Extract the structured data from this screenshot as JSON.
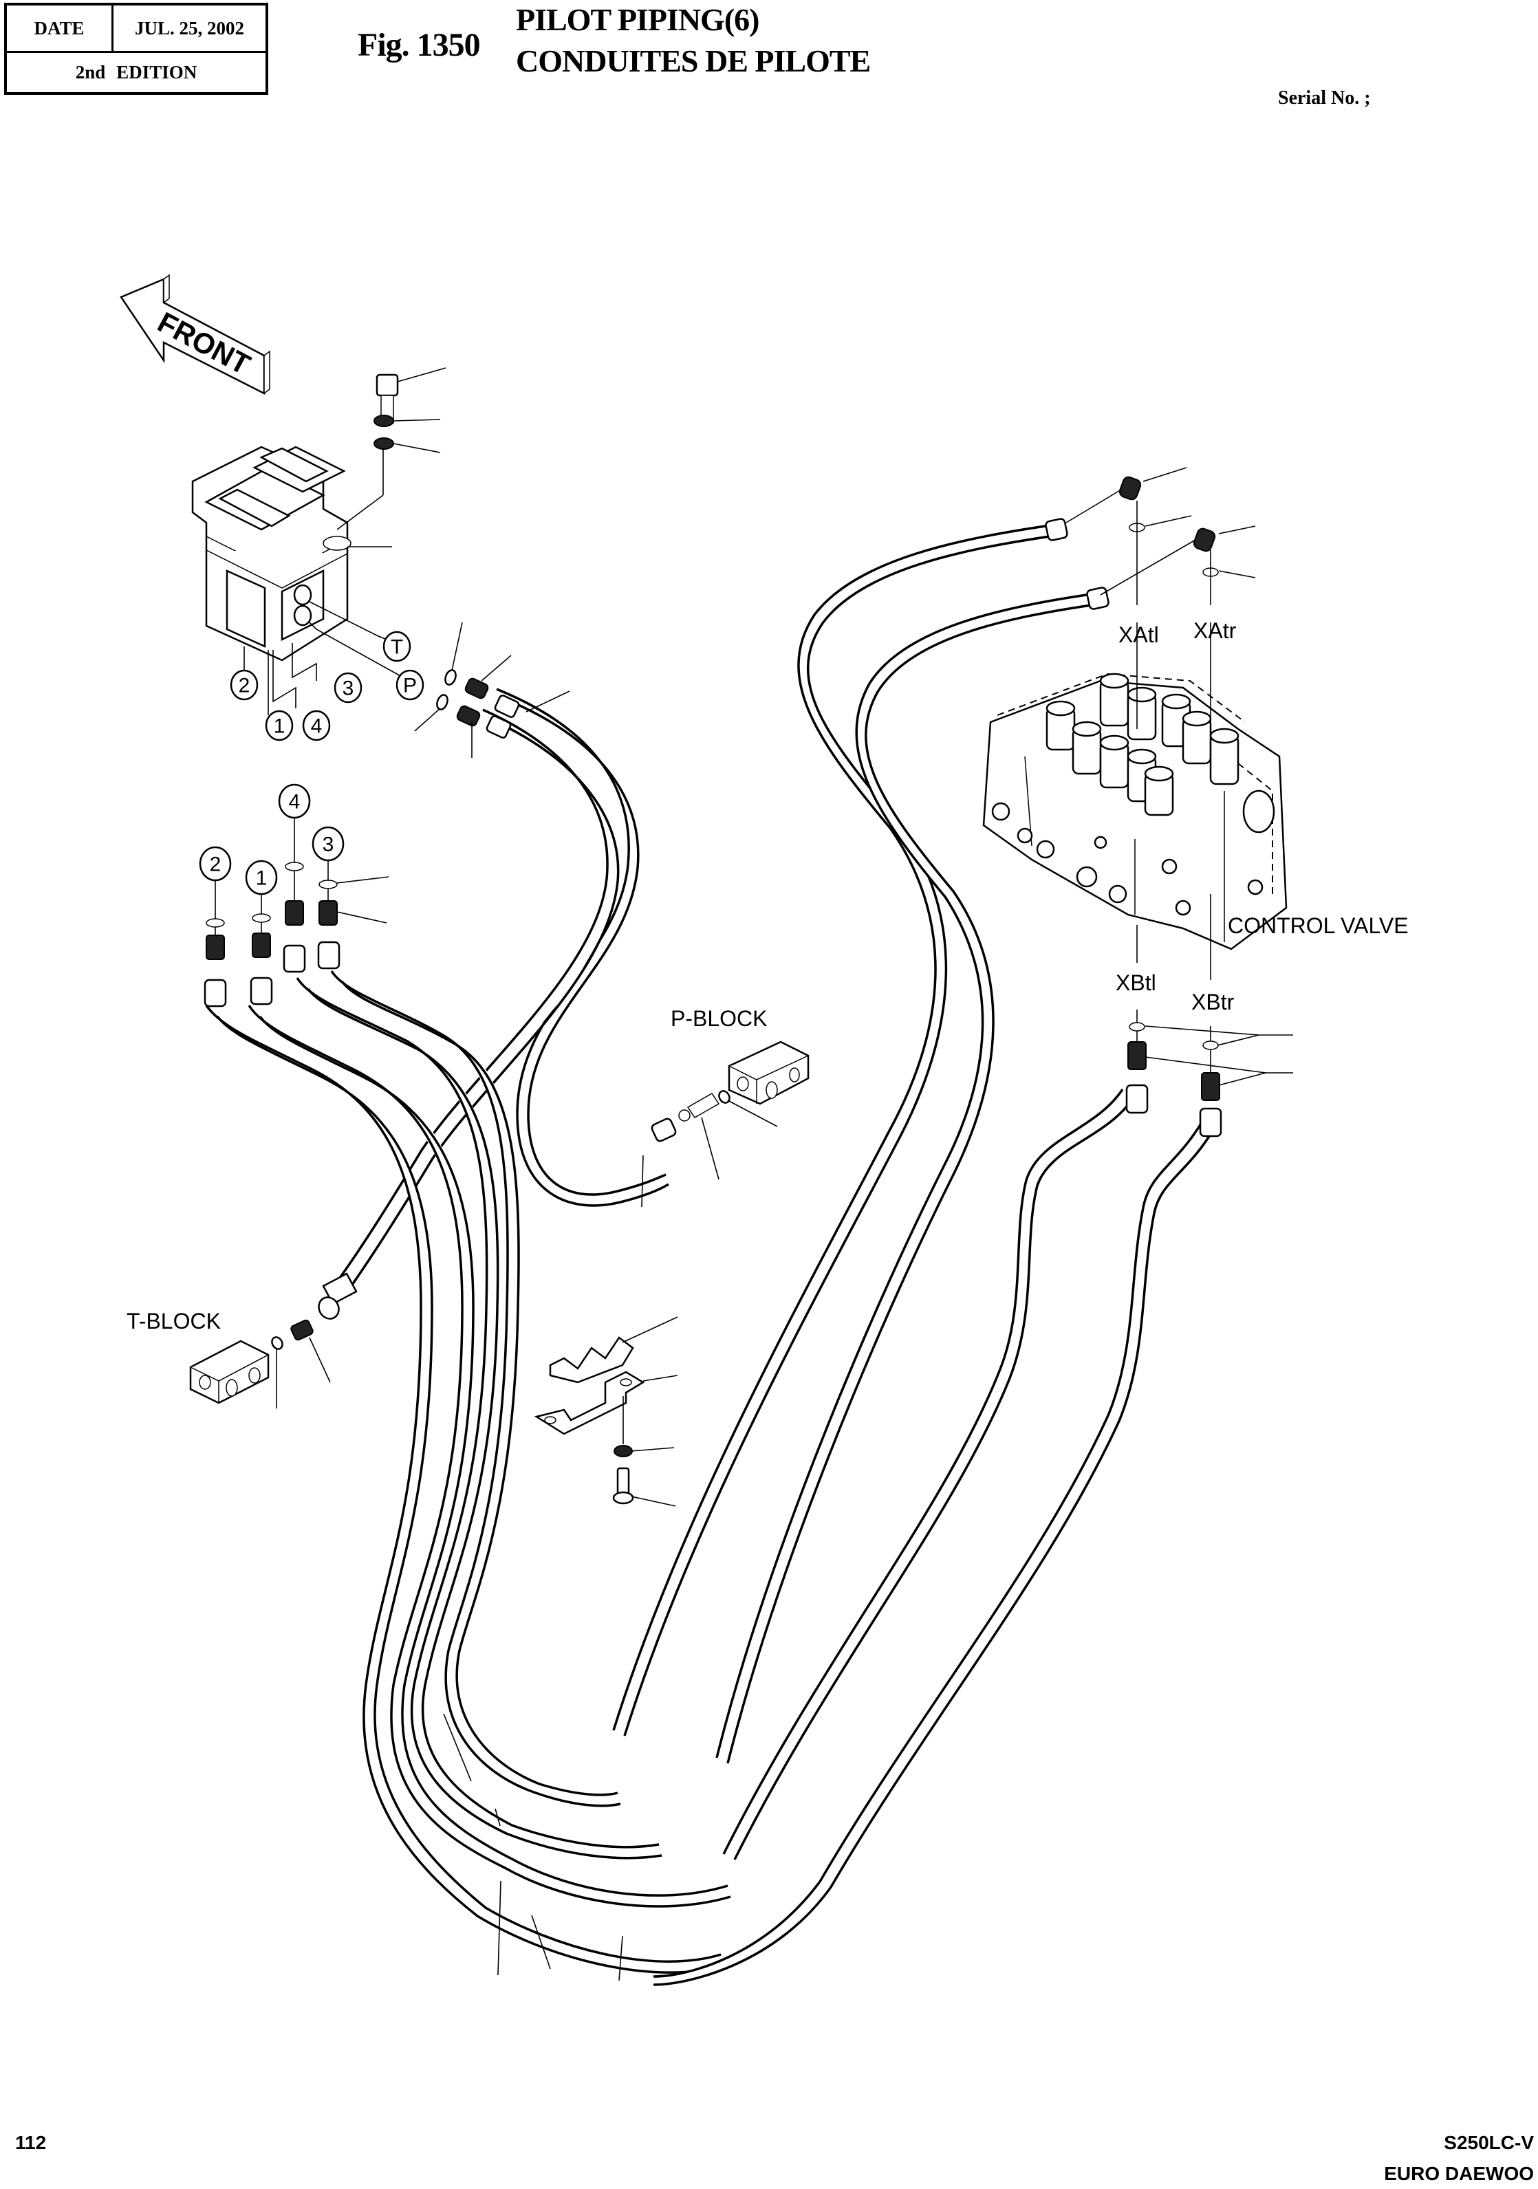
{
  "header": {
    "date_label": "DATE",
    "date_value": "JUL. 25, 2002",
    "edition_number": "2nd",
    "edition_label": "EDITION"
  },
  "figure": {
    "number": "Fig. 1350",
    "title_en": "PILOT PIPING(6)",
    "title_fr": "CONDUITES DE PILOTE",
    "serial_label": "Serial No. ;"
  },
  "diagram": {
    "front_arrow": "FRONT",
    "pilot_valve_ports": [
      "T",
      "P",
      "2",
      "1",
      "3",
      "4"
    ],
    "fitting_port_labels": [
      "2",
      "1",
      "4",
      "3"
    ],
    "control_valve_label": "CONTROL VALVE",
    "control_valve_ports": {
      "xatl": "XAtl",
      "xatr": "XAtr",
      "xbtl": "XBtl",
      "xbtr": "XBtr"
    },
    "p_block_label": "P-BLOCK",
    "t_block_label": "T-BLOCK"
  },
  "footer": {
    "page_number": "112",
    "model": "S250LC-V",
    "brand": "EURO DAEWOO"
  }
}
